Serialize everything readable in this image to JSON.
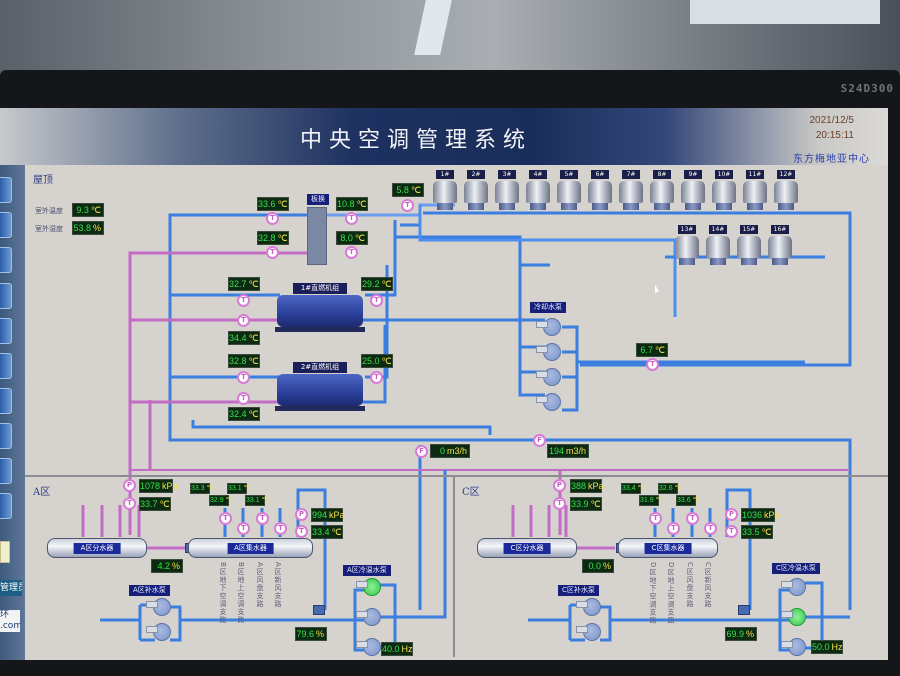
{
  "monitor": {
    "model": "S24D300"
  },
  "header": {
    "title": "中央空调管理系统",
    "date": "2021/12/5",
    "time": "20:15:11",
    "organization": "东方梅地亚中心"
  },
  "nav": {
    "user_button": "管理员",
    "logo_text": "环 .com"
  },
  "roof": {
    "label": "屋顶",
    "outdoor_temp": {
      "label": "室外温度",
      "value": "9.3",
      "unit": "℃"
    },
    "outdoor_humidity": {
      "label": "室外湿度",
      "value": "53.8",
      "unit": "%"
    },
    "plate_hx": {
      "label": "板换",
      "left_top": {
        "value": "33.6",
        "unit": "℃"
      },
      "left_bottom": {
        "value": "32.8",
        "unit": "℃"
      },
      "right_top": {
        "value": "10.8",
        "unit": "℃"
      },
      "right_bottom": {
        "value": "8.0",
        "unit": "℃"
      }
    },
    "tower_supply_temp": {
      "value": "5.8",
      "unit": "℃"
    },
    "cooling_towers": [
      "1#",
      "2#",
      "3#",
      "4#",
      "5#",
      "6#",
      "7#",
      "8#",
      "9#",
      "10#",
      "11#",
      "12#",
      "13#",
      "14#",
      "15#",
      "16#"
    ],
    "chiller1": {
      "label": "1#直燃机组",
      "in_top": {
        "value": "32.7",
        "unit": "℃"
      },
      "in_bottom": {
        "value": "34.4",
        "unit": "℃"
      },
      "out": {
        "value": "29.2",
        "unit": "℃"
      }
    },
    "chiller2": {
      "label": "2#直燃机组",
      "in_top": {
        "value": "32.8",
        "unit": "℃"
      },
      "in_bottom": {
        "value": "32.4",
        "unit": "℃"
      },
      "out": {
        "value": "25.0",
        "unit": "℃"
      }
    },
    "cooling_pumps": {
      "label": "冷却水泵",
      "count": 4
    },
    "cooling_return_temp": {
      "value": "6.7",
      "unit": "℃"
    },
    "flow1": {
      "value": "0",
      "unit": "m3/h"
    },
    "flow2": {
      "value": "194",
      "unit": "m3/h"
    }
  },
  "zone_a": {
    "label": "A区",
    "supply_pressure": {
      "value": "1078",
      "unit": "kPa"
    },
    "supply_temp": {
      "value": "33.7",
      "unit": "℃"
    },
    "distributor_label": "A区分水器",
    "collector_label": "A区集水器",
    "valve_opening": {
      "value": "4.2",
      "unit": "%"
    },
    "branch_temps": [
      {
        "value": "33.3",
        "unit": "℃"
      },
      {
        "value": "32.9",
        "unit": "℃"
      },
      {
        "value": "33.1",
        "unit": "℃"
      },
      {
        "value": "33.1",
        "unit": "℃"
      }
    ],
    "branches": [
      "B区地下空调支路",
      "B区地上空调支路",
      "A区风盘支路",
      "A区新风支路"
    ],
    "return_pressure": {
      "value": "994",
      "unit": "kPa"
    },
    "return_temp": {
      "value": "33.4",
      "unit": "℃"
    },
    "makeup_pump_label": "A区补水泵",
    "circ_pump_label": "A区冷温水泵",
    "bypass_valve": {
      "value": "79.6",
      "unit": "%"
    },
    "frequency": {
      "value": "40.0",
      "unit": "Hz"
    }
  },
  "zone_c": {
    "label": "C区",
    "supply_pressure": {
      "value": "388",
      "unit": "kPa"
    },
    "supply_temp": {
      "value": "33.9",
      "unit": "℃"
    },
    "distributor_label": "C区分水器",
    "collector_label": "C区集水器",
    "valve_opening": {
      "value": "0.0",
      "unit": "%"
    },
    "branch_temps": [
      {
        "value": "33.4",
        "unit": "℃"
      },
      {
        "value": "31.9",
        "unit": "℃"
      },
      {
        "value": "32.6",
        "unit": "℃"
      },
      {
        "value": "33.6",
        "unit": "℃"
      }
    ],
    "branches": [
      "D区地下空调支路",
      "D区地上空调支路",
      "C区风盘支路",
      "C区新风支路"
    ],
    "return_pressure": {
      "value": "1036",
      "unit": "kPa"
    },
    "return_temp": {
      "value": "33.5",
      "unit": "℃"
    },
    "makeup_pump_label": "C区补水泵",
    "circ_pump_label": "C区冷温水泵",
    "bypass_valve": {
      "value": "69.9",
      "unit": "%"
    },
    "frequency": {
      "value": "50.0",
      "unit": "Hz"
    }
  },
  "sensor_letters": {
    "temp": "T",
    "pressure": "P",
    "flow": "F"
  },
  "colors": {
    "chilled_pipe": "#3a7ee0",
    "hot_pipe": "#c26cc4",
    "readout_bg": "#0c2a12",
    "readout_value": "#36e24a",
    "readout_unit": "#f2e04a",
    "header_dark": "#1a2d5a",
    "pump_running": "#36c64a"
  }
}
